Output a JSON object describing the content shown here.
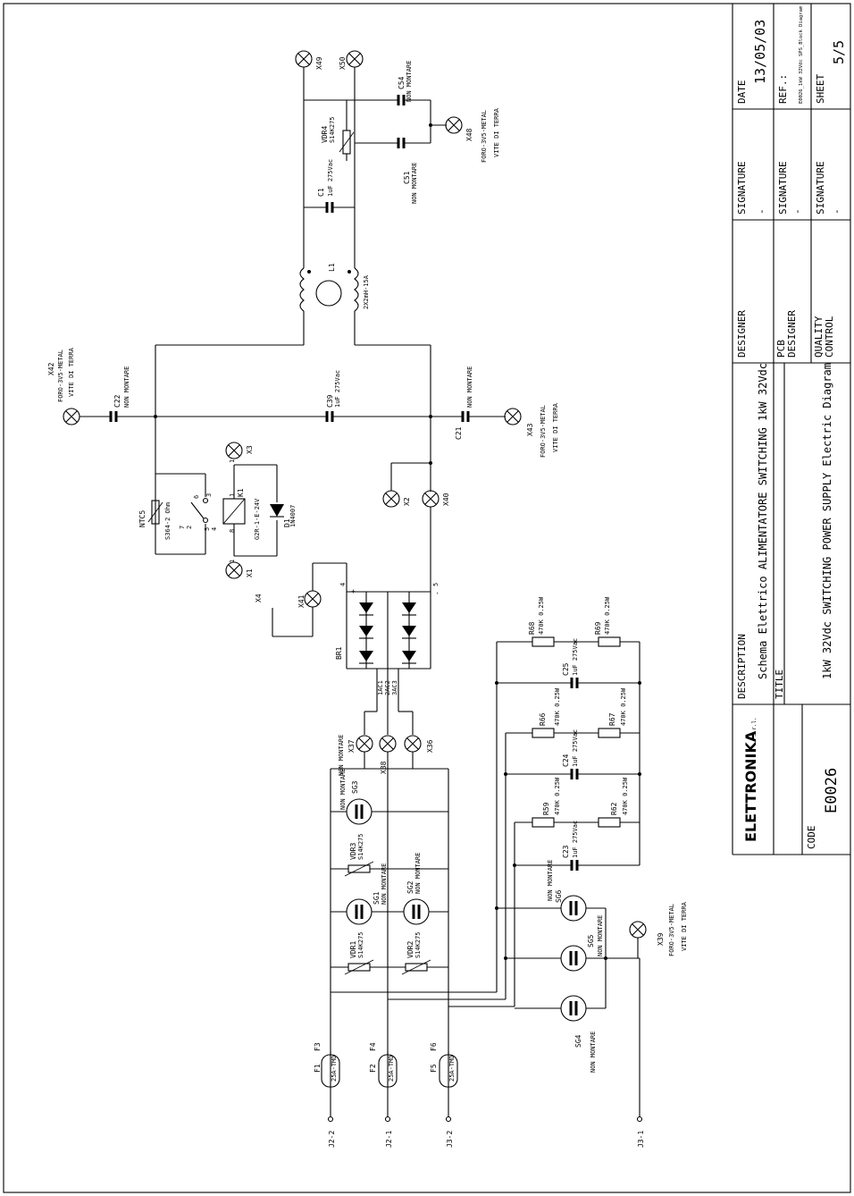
{
  "title_block": {
    "date_label": "DATE",
    "date_value": "13/05/03",
    "signature_label": "SIGNATURE",
    "sig_value_1": "-",
    "sig_value_2": "-",
    "sig_value_3": "-",
    "designer_label": "DESIGNER",
    "pcb_designer_label_1": "PCB",
    "pcb_designer_label_2": "DESIGNER",
    "quality_label_1": "QUALITY",
    "quality_label_2": "CONTROL",
    "ref_label": "REF.:",
    "ref_value": "E0026_1kW 32Vdc SPS_Block Diagram",
    "sheet_label": "SHEET",
    "sheet_value": "5/5",
    "description_label": "DESCRIPTION",
    "description_value": "Schema Elettrico ALIMENTATORE SWITCHING 1kW 32Vdc",
    "title_label": "TITLE",
    "title_value": "1kW 32Vdc SWITCHING POWER SUPPLY Electric Diagram",
    "code_label": "CODE",
    "code_value": "E0026",
    "logo_text": "ELETTRONIKA",
    "logo_suffix": "S.r.l."
  },
  "components": {
    "x49": "X49",
    "x50": "X50",
    "vdr4": "VDR4",
    "vdr4_val": "S14K275",
    "c54": "C54",
    "c54_val": "NON MONTARE",
    "c51": "C51",
    "c51_val": "NON MONTARE",
    "c1": "C1",
    "c1_val": "1uF 275Vac",
    "x48": "X48",
    "x48_val1": "FORO-3V5-METAL",
    "x48_val2": "VITE DI TERRA",
    "l1": "L1",
    "l1_val": "2X2mH-15A",
    "x42": "X42",
    "x42_val1": "FORO-3V5-METAL",
    "x42_val2": "VITE DI TERRA",
    "c22": "C22",
    "c22_val": "NON MONTARE",
    "c39": "C39",
    "c39_val": "1uF 275Vac",
    "c21": "C21",
    "c21_val": "NON MONTARE",
    "x43": "X43",
    "x43_val1": "FORO-3V5-METAL",
    "x43_val2": "VITE DI TERRA",
    "ntc5": "NTC5",
    "ntc5_val": "S364-2 Ohm",
    "k1": "K1",
    "k1_val": "G2R-1-E-24V",
    "d1": "D1",
    "d1_val": "1N4007",
    "x1": "X1",
    "x2": "X2",
    "x3": "X3",
    "x4": "X4",
    "x40": "X40",
    "x41": "X41",
    "br1": "BR1",
    "pin4": "4",
    "pin5": "5",
    "plus": "+",
    "minus": "-",
    "pin1a": "1",
    "pin1b": "1",
    "pin1c": "1",
    "pin2": "2",
    "pin4b": "4",
    "pin5b": "5",
    "pin6": "6",
    "pin7": "7",
    "pin8": "8",
    "pin3": "3",
    "ac1": "1AC1",
    "ac2": "2AC2",
    "ac3": "3AC3",
    "x36": "X36",
    "x37": "X37",
    "x38": "X38",
    "sg3": "SG3",
    "sg3_val": "NON MONTARE",
    "sg1": "SG1",
    "sg1_val": "NON MONTARE",
    "sg2": "SG2",
    "sg2_val": "NON MONTARE",
    "vdr3": "VDR3",
    "vdr3_val": "S14K275",
    "vdr1": "VDR1",
    "vdr1_val": "S14K275",
    "vdr2": "VDR2",
    "vdr2_val": "S14K275",
    "r68": "R68",
    "r68_val": "470K 0.25W",
    "r69": "R69",
    "r69_val": "470K 0.25W",
    "c25": "C25",
    "c25_val": "1uF 275Vac",
    "r66": "R66",
    "r66_val": "470K 0.25W",
    "r67": "R67",
    "r67_val": "470K 0.25W",
    "c24": "C24",
    "c24_val": "1uF 275Vac",
    "r59": "R59",
    "r59_val": "470K 0.25W",
    "r62": "R62",
    "r62_val": "470K 0.25W",
    "c23": "C23",
    "c23_val": "1uF 275Vac",
    "sg6": "SG6",
    "sg6_val": "NON MONTARE",
    "sg5": "SG5",
    "sg5_val": "NON MONTARE",
    "sg4": "SG4",
    "sg4_val": "NON MONTARE",
    "x39": "X39",
    "x39_val1": "FORO-3V5-METAL",
    "x39_val2": "VITE DI TERRA",
    "f1": "F1",
    "f3": "F3",
    "f13_val": "25A-TMD",
    "f2": "F2",
    "f4": "F4",
    "f24_val": "25A-TMD",
    "f5": "F5",
    "f6": "F6",
    "f56_val": "25A-TMD",
    "j22": "J2-2",
    "j21": "J2-1",
    "j32": "J3-2",
    "j31": "J3-1"
  }
}
